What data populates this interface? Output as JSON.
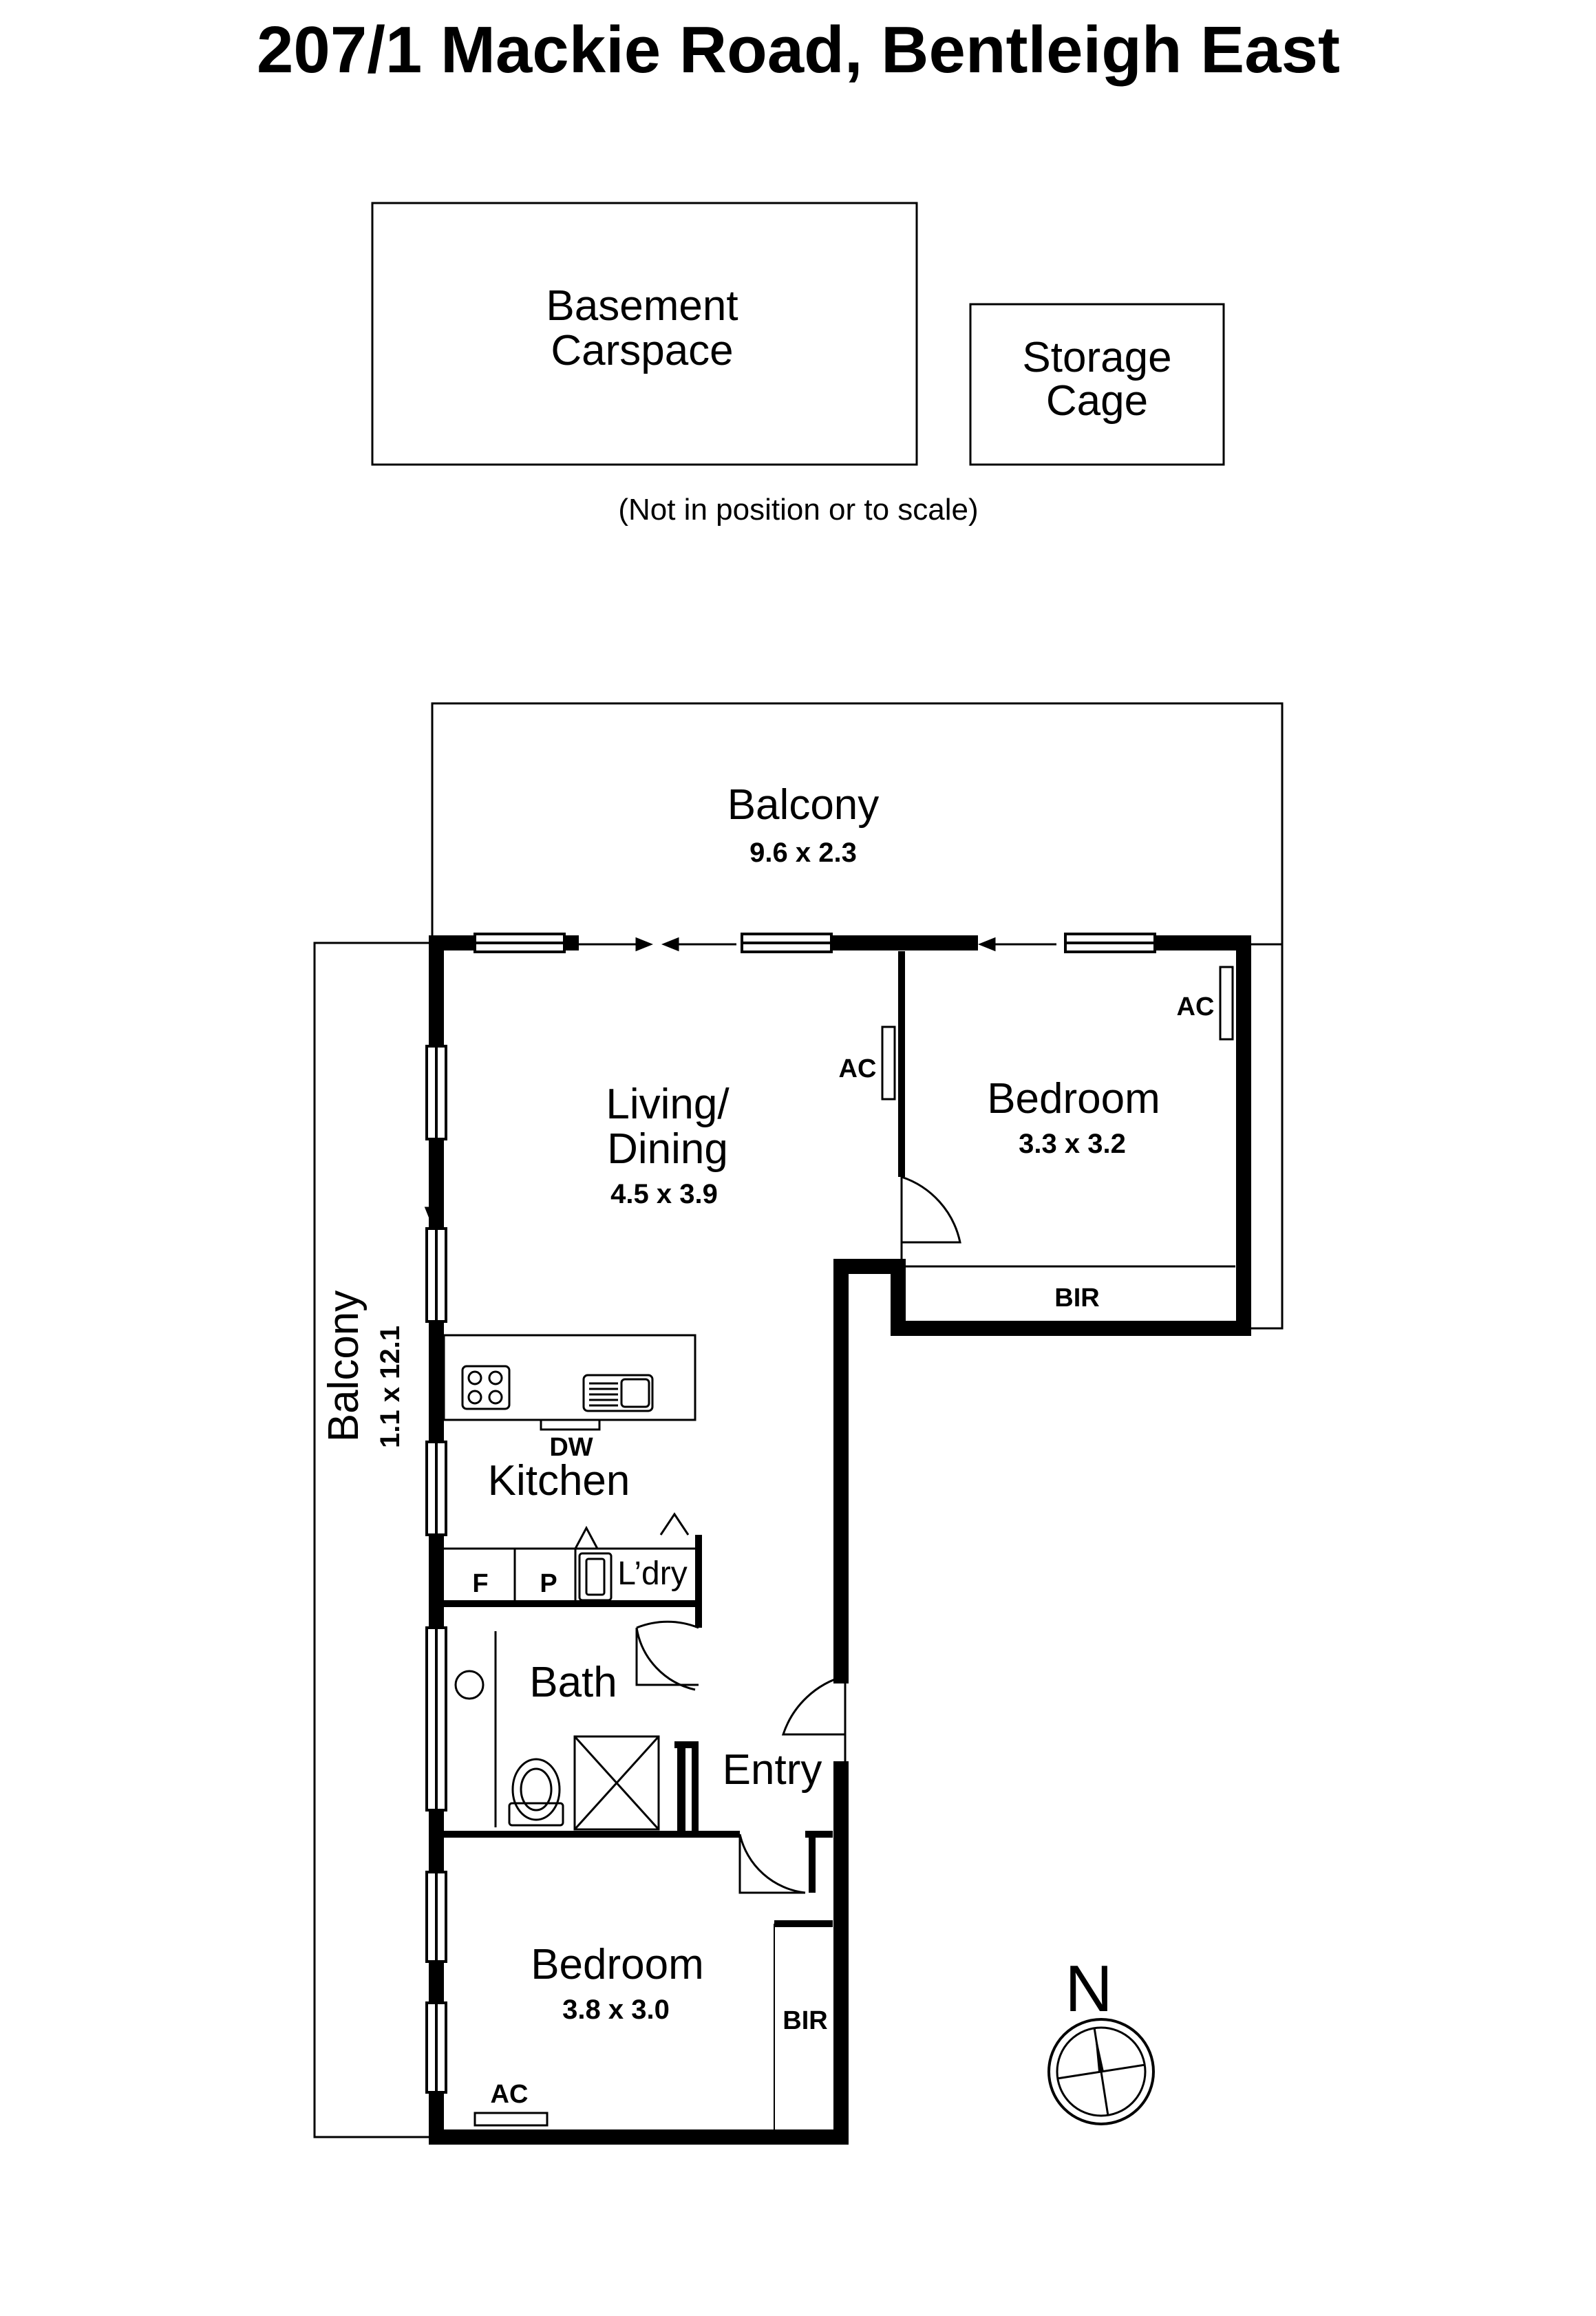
{
  "title": "207/1 Mackie Road, Bentleigh East",
  "extras": {
    "carspace": [
      "Basement",
      "Carspace"
    ],
    "storage": [
      "Storage",
      "Cage"
    ],
    "note": "(Not in position or to scale)"
  },
  "rooms": {
    "balcony_top": {
      "name": "Balcony",
      "dims": "9.6 x 2.3"
    },
    "living": {
      "name": [
        "Living/",
        "Dining"
      ],
      "dims": "4.5 x 3.9"
    },
    "bedroom_1": {
      "name": "Bedroom",
      "dims": "3.3 x 3.2"
    },
    "bedroom_2": {
      "name": "Bedroom",
      "dims": "3.8 x 3.0"
    },
    "balcony_side": {
      "name": "Balcony",
      "dims": "1.1 x 12.1"
    },
    "kitchen": {
      "name": "Kitchen"
    },
    "bath": {
      "name": "Bath"
    },
    "entry": {
      "name": "Entry"
    },
    "laundry": {
      "name": "L’dry"
    }
  },
  "fixtures": {
    "ac": "AC",
    "bir": "BIR",
    "dw": "DW",
    "fridge": "F",
    "pantry": "P"
  },
  "compass": {
    "label": "N"
  }
}
